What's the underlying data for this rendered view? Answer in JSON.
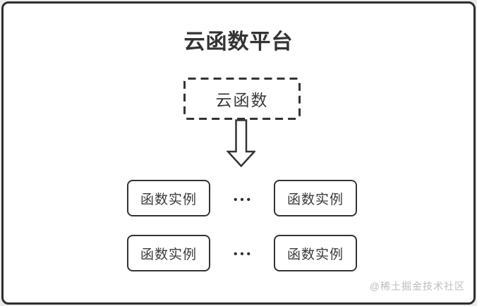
{
  "colors": {
    "page_background": "#ebebeb",
    "card_background": "#ffffff",
    "line": "#333333",
    "text": "#3a3a3a",
    "watermark": "#bdbdbd"
  },
  "diagram": {
    "title": "云函数平台",
    "cloud_function_label": "云函数",
    "rows": [
      {
        "left_label": "函数实例",
        "ellipsis": "•••",
        "right_label": "函数实例"
      },
      {
        "left_label": "函数实例",
        "ellipsis": "•••",
        "right_label": "函数实例"
      }
    ],
    "watermark": "@稀土掘金技术社区"
  }
}
